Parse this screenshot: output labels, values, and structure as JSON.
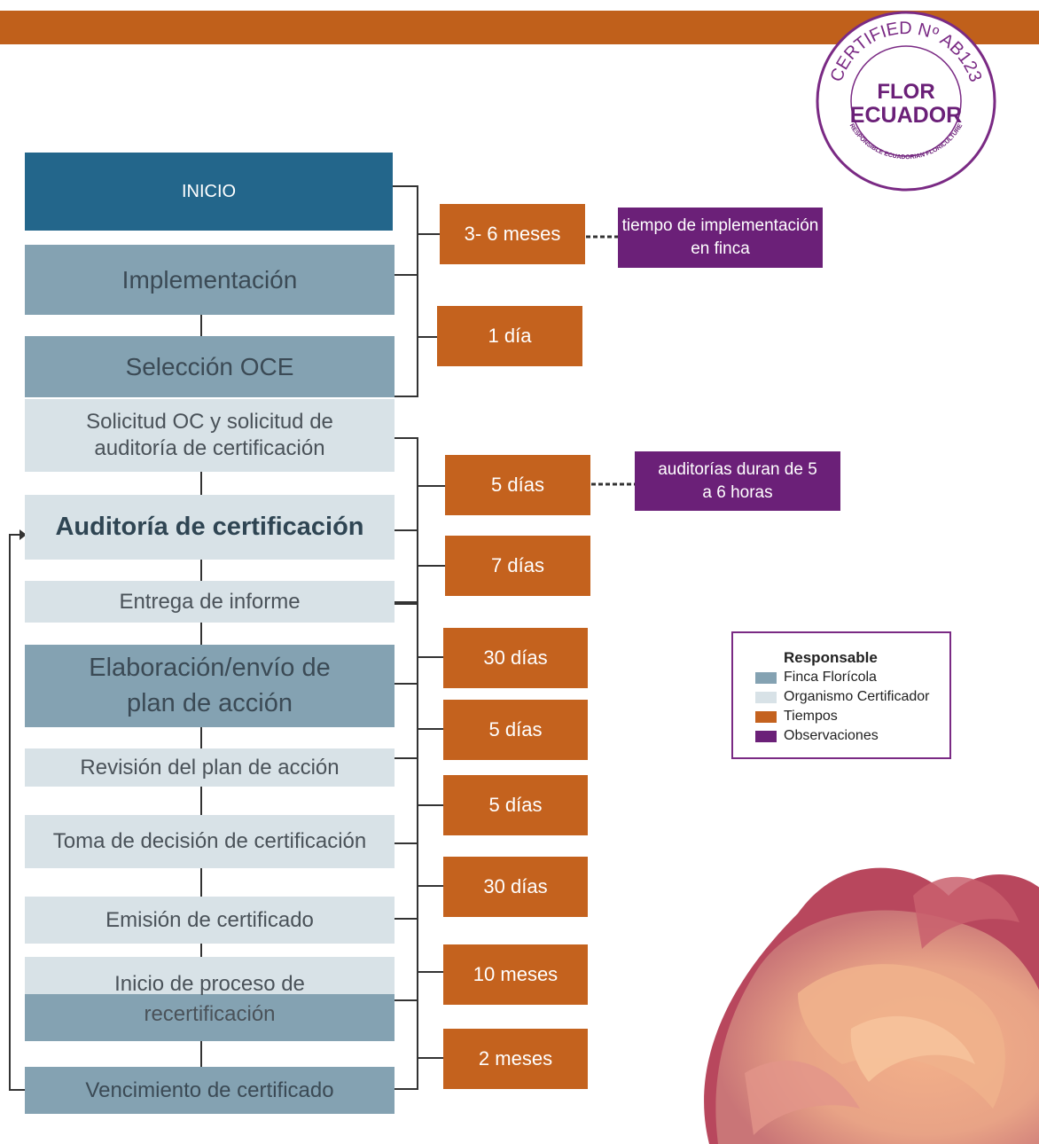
{
  "header": {
    "bar_color": "#c0601b"
  },
  "seal": {
    "ring_text": "CERTIFIED Nº AB123",
    "brand_line1": "FLOR",
    "brand_line2": "ECUADOR",
    "bottom_text": "RESPONSIBLE ECUADORIAN FLORICULTURE"
  },
  "steps": {
    "inicio": "INICIO",
    "implementacion": "Implementación",
    "seleccion": "Selección OCE",
    "solicitud_l1": "Solicitud OC y solicitud de",
    "solicitud_l2": "auditoría de certificación",
    "auditoria": "Auditoría de certificación",
    "entrega": "Entrega de informe",
    "elaboracion_l1": "Elaboración/envío de",
    "elaboracion_l2": "plan de acción",
    "revision": "Revisión del plan de acción",
    "toma": "Toma de decisión de certificación",
    "emision": "Emisión de certificado",
    "inicio_proceso_l1": "Inicio de proceso de",
    "inicio_proceso_l2": "recertificación",
    "vencimiento": "Vencimiento de certificado"
  },
  "times": {
    "t1": "3- 6 meses",
    "t2": "1 día",
    "t3": "5 días",
    "t4": "7 días",
    "t5": "30 días",
    "t6": "5 días",
    "t7": "5 días",
    "t8": "30 días",
    "t9": "10 meses",
    "t10": "2 meses"
  },
  "observations": {
    "o1_l1": "tiempo de implementación",
    "o1_l2": "en finca",
    "o2_l1": "auditorías duran de 5",
    "o2_l2": "a 6 horas"
  },
  "legend": {
    "title": "Responsable",
    "items": [
      {
        "label": "Finca Florícola",
        "color": "#84a2b2"
      },
      {
        "label": "Organismo Certificador",
        "color": "#d8e2e7"
      },
      {
        "label": "Tiempos",
        "color": "#c4621e"
      },
      {
        "label": "Observaciones",
        "color": "#6b2078"
      }
    ]
  }
}
